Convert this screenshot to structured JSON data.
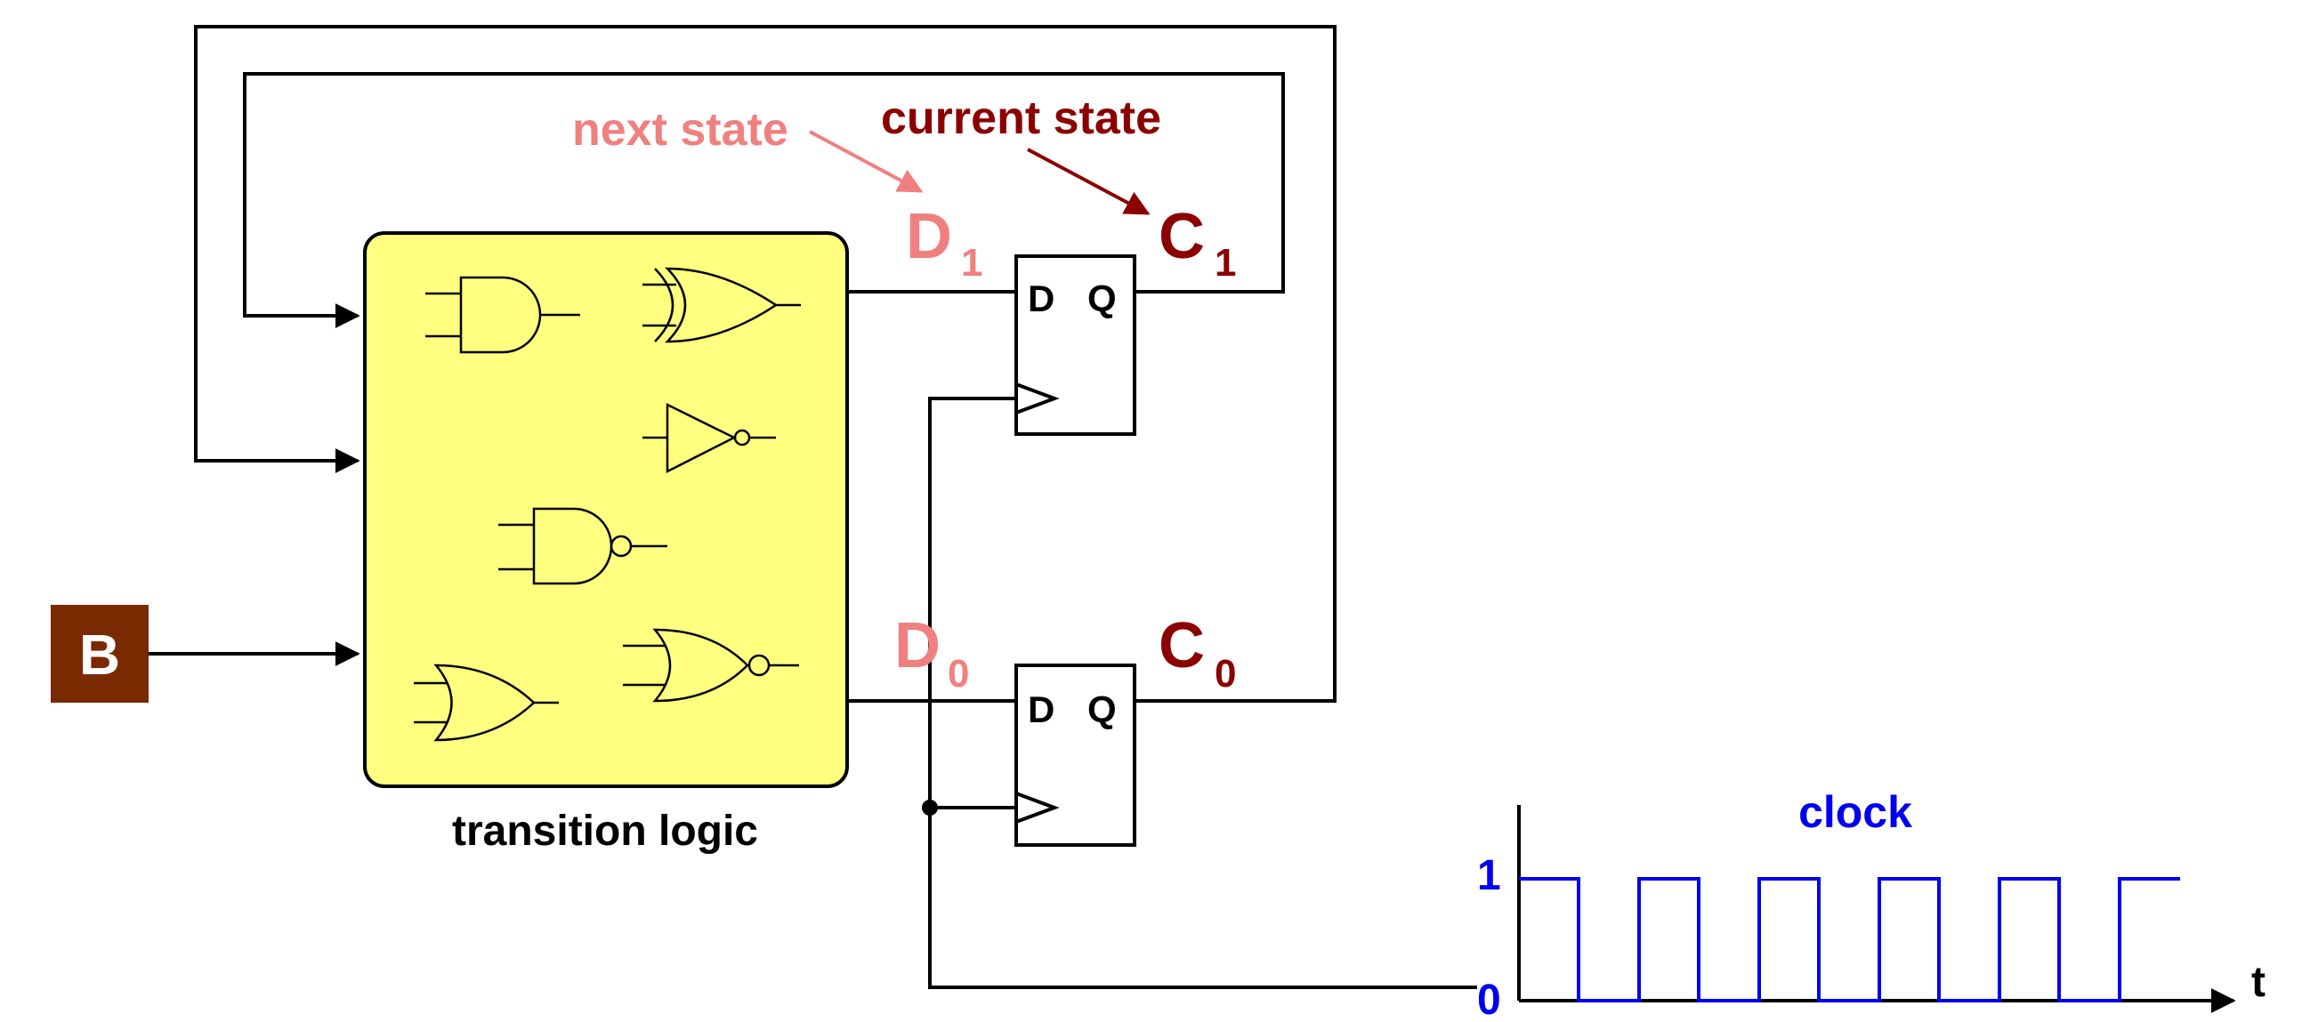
{
  "labels": {
    "next_state": "next state",
    "current_state": "current state",
    "transition_logic": "transition logic",
    "input_b": "B",
    "clock": "clock",
    "axis_t": "t",
    "level_1": "1",
    "level_0": "0",
    "d_main": "D",
    "c_main": "C",
    "sub_1": "1",
    "sub_0": "0",
    "ff_d": "D",
    "ff_q": "Q"
  },
  "colors": {
    "next_state": "#f08080",
    "current_state": "#8b0000",
    "logic_fill": "#ffff80",
    "input_box": "#7a2a00",
    "clock": "#0000ee",
    "wire": "#000000"
  },
  "clock_pulses": 6
}
